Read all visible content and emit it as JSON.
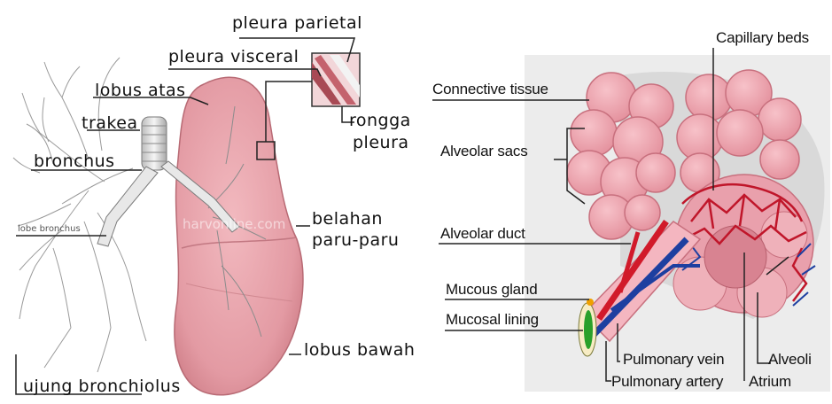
{
  "left_diagram": {
    "labels": {
      "pleura_parietal": "pleura parietal",
      "pleura_visceral": "pleura visceral",
      "lobus_atas": "lobus atas",
      "trakea": "trakea",
      "bronchus": "bronchus",
      "lobe_bronchus": "lobe bronchus",
      "ujung_bronchiolus": "ujung bronchiolus",
      "rongga": "rongga",
      "pleura": "pleura",
      "belahan": "belahan",
      "paru_paru": "paru-paru",
      "lobus_bawah": "lobus bawah"
    },
    "watermark": "harvonline.com"
  },
  "right_diagram": {
    "labels": {
      "capillary_beds": "Capillary beds",
      "connective_tissue": "Connective tissue",
      "alveolar_sacs": "Alveolar sacs",
      "alveolar_duct": "Alveolar duct",
      "mucous_gland": "Mucous gland",
      "mucosal_lining": "Mucosal lining",
      "pulmonary_vein": "Pulmonary vein",
      "pulmonary_artery": "Pulmonary artery",
      "alveoli": "Alveoli",
      "atrium": "Atrium"
    }
  },
  "colors": {
    "lung_pink": "#e9a0a8",
    "lung_shadow": "#cf7f88",
    "airway_white": "#eeeeee",
    "artery_blue": "#1d3fa0",
    "vein_red": "#d11a2a",
    "panel_grey": "#ededed"
  }
}
